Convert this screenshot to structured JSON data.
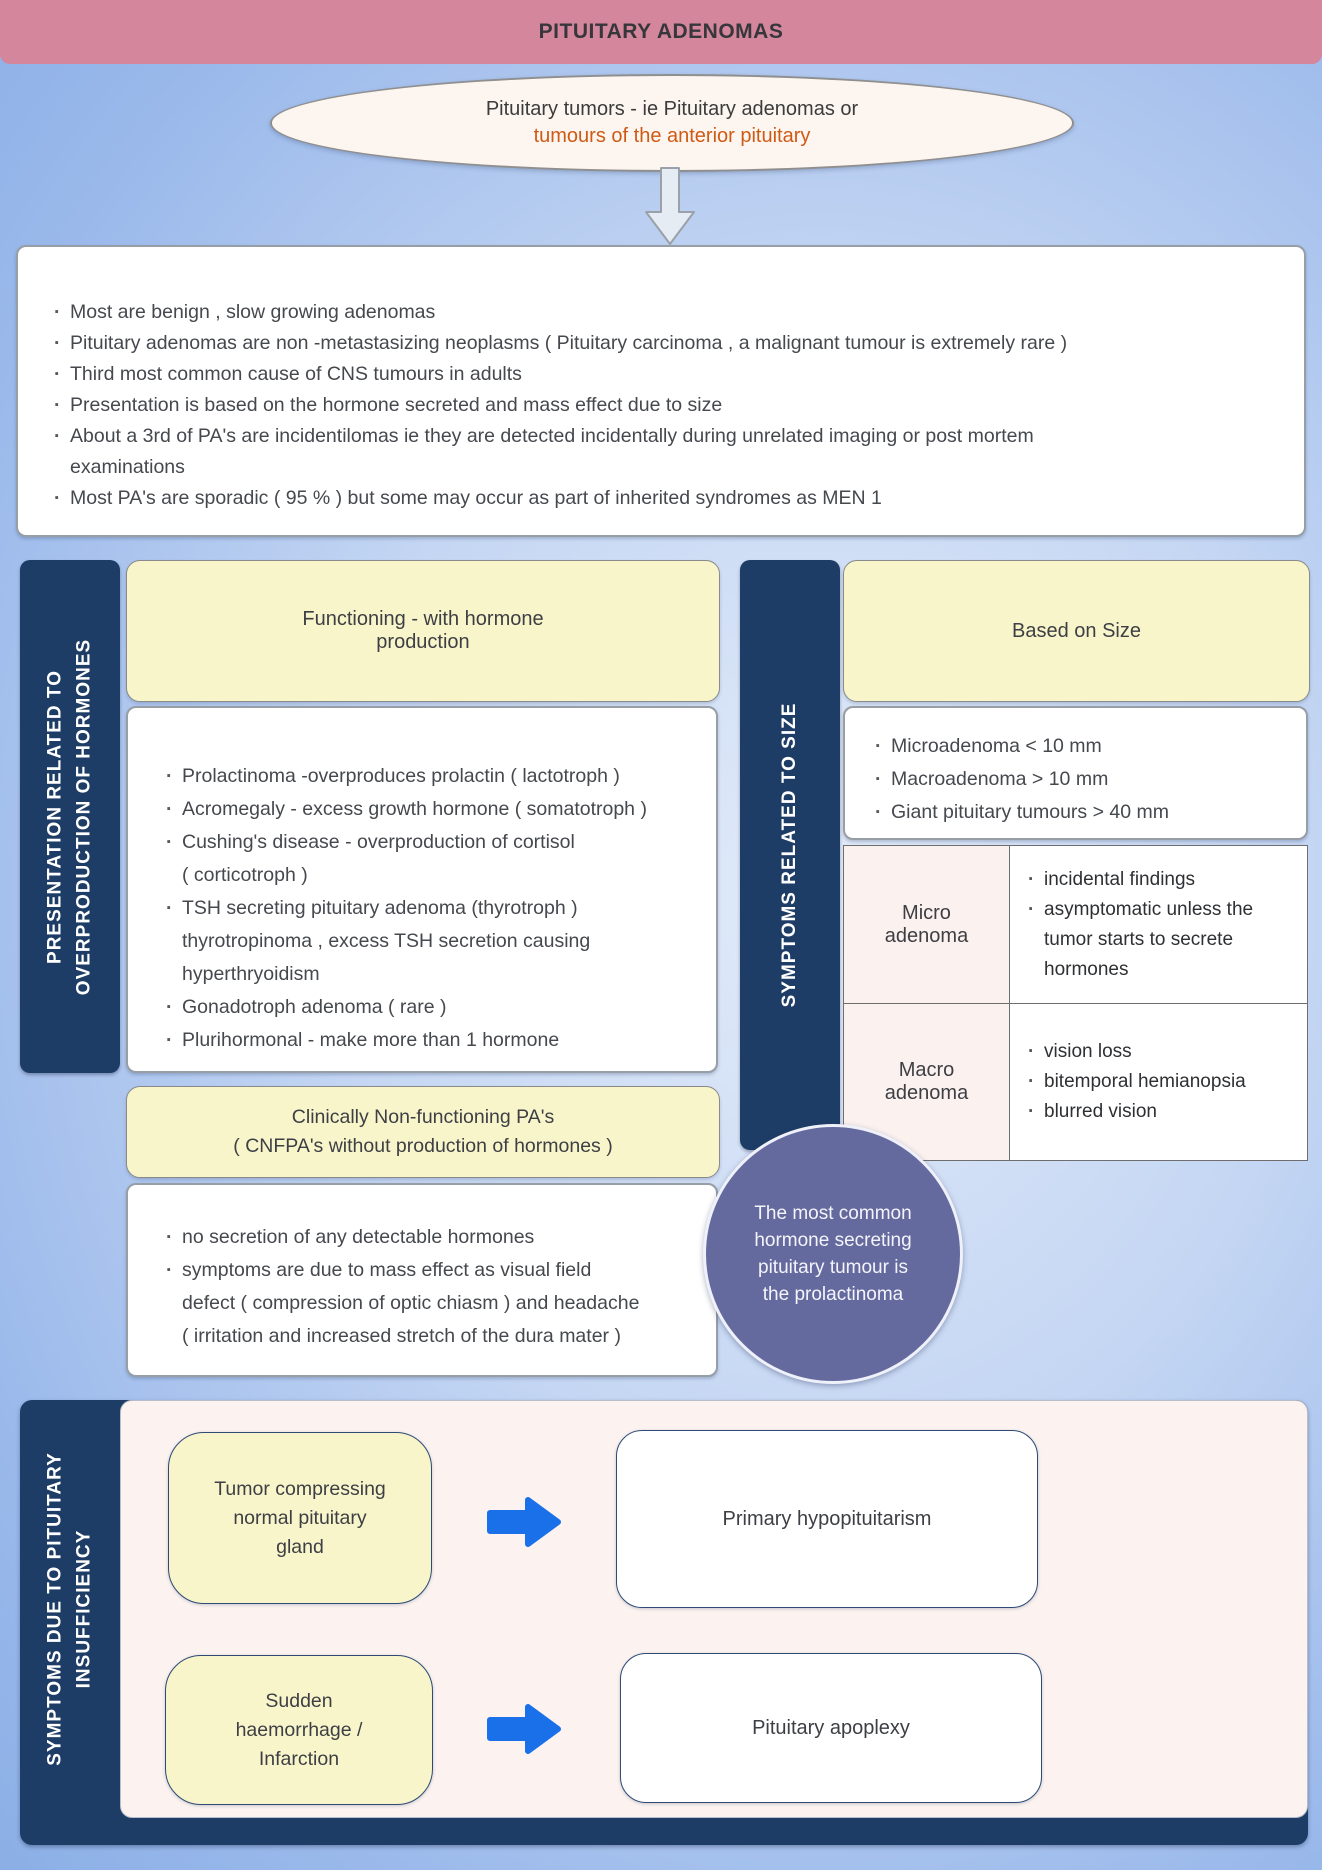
{
  "header": {
    "title": "PITUITARY ADENOMAS"
  },
  "bubble": {
    "line1": "Pituitary tumors - ie Pituitary adenomas or",
    "line2": "tumours  of the anterior pituitary"
  },
  "overview": {
    "bullets": [
      "Most are benign , slow growing  adenomas",
      "Pituitary adenomas are non -metastasizing neoplasms ( Pituitary carcinoma , a malignant tumour is extremely rare )",
      "Third most common cause of CNS tumours in adults",
      "Presentation is based on the hormone secreted and mass effect due to size",
      "About a 3rd of PA's are incidentilomas ie they are detected incidentally during unrelated imaging or post mortem\nexaminations",
      "Most PA's are sporadic ( 95 % ) but some may occur as part of inherited syndromes as MEN 1"
    ]
  },
  "hormones": {
    "sidebar": "PRESENTATION RELATED TO\nOVERPRODUCTION OF HORMONES",
    "functioning_title": "Functioning - with hormone\nproduction",
    "functioning_bullets": [
      "Prolactinoma -overproduces prolactin ( lactotroph )",
      "Acromegaly - excess growth hormone ( somatotroph )",
      "Cushing's disease - overproduction of cortisol\n( corticotroph )",
      "TSH secreting pituitary adenoma (thyrotroph )\nthyrotropinoma , excess TSH secretion causing\nhyperthryoidism",
      "Gonadotroph adenoma ( rare )",
      "Plurihormonal - make more than 1 hormone"
    ],
    "nonfunctioning_title": "Clinically Non-functioning PA's\n( CNFPA's without production of hormones )",
    "nonfunctioning_bullets": [
      "no secretion of any detectable hormones",
      "symptoms are due to mass effect as visual field\ndefect ( compression of optic chiasm ) and headache\n( irritation and increased stretch of the dura mater )"
    ]
  },
  "size": {
    "sidebar": "SYMPTOMS RELATED TO SIZE",
    "header": "Based on Size",
    "bullets": [
      "Microadenoma < 10 mm",
      "Macroadenoma > 10 mm",
      "Giant pituitary tumours > 40 mm"
    ],
    "table": {
      "rows": [
        {
          "label": "Micro\nadenoma",
          "bullets": [
            "incidental findings",
            "asymptomatic unless the\ntumor starts to secrete\nhormones"
          ]
        },
        {
          "label": "Macro\nadenoma",
          "bullets": [
            "vision loss",
            "bitemporal hemianopsia",
            "blurred vision"
          ]
        }
      ]
    }
  },
  "note": {
    "text": "The most common\nhormone secreting\npituitary tumour is\nthe prolactinoma"
  },
  "insufficiency": {
    "sidebar": "SYMPTOMS DUE TO PITUITARY\nINSUFFICIENCY",
    "rows": [
      {
        "cause": "Tumor compressing\nnormal pituitary\ngland",
        "result": "Primary hypopituitarism"
      },
      {
        "cause": "Sudden\nhaemorrhage /\nInfarction",
        "result": "Pituitary apoplexy"
      }
    ]
  },
  "colors": {
    "header_bar": "#d4869d",
    "sidebar_navy": "#1e3d66",
    "panel_yellow": "#f9f5cb",
    "panel_pink": "#fcf3f0",
    "table_label_pink": "#fbf1ef",
    "note_purple": "#656a9e",
    "arrow_blue": "#1a70e8",
    "accent_orange": "#cf5a15"
  }
}
